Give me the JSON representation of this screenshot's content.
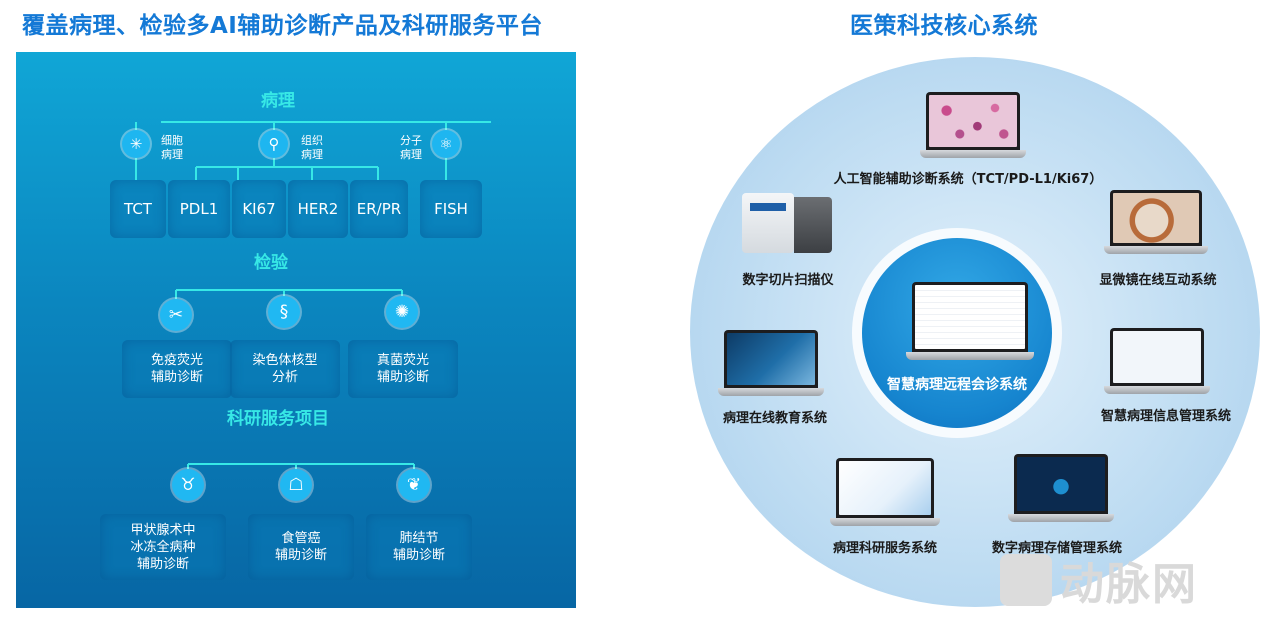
{
  "left": {
    "title": "覆盖病理、检验多AI辅助诊断产品及科研服务平台",
    "pathology": {
      "title": "病理",
      "categories": [
        {
          "label": "细胞\n病理",
          "icon": "cell-icon"
        },
        {
          "label": "组织\n病理",
          "icon": "tissue-icon"
        },
        {
          "label": "分子\n病理",
          "icon": "molecule-icon"
        }
      ],
      "products": [
        "TCT",
        "PDL1",
        "KI67",
        "HER2",
        "ER/PR",
        "FISH"
      ]
    },
    "lab": {
      "title": "检验",
      "items": [
        {
          "label": "免疫荧光\n辅助诊断",
          "icon": "antibody-icon"
        },
        {
          "label": "染色体核型\n分析",
          "icon": "dna-icon"
        },
        {
          "label": "真菌荧光\n辅助诊断",
          "icon": "fungus-icon"
        }
      ]
    },
    "research": {
      "title": "科研服务项目",
      "items": [
        {
          "label": "甲状腺术中\n冰冻全病种\n辅助诊断",
          "icon": "thyroid-icon"
        },
        {
          "label": "食管癌\n辅助诊断",
          "icon": "esophagus-icon"
        },
        {
          "label": "肺结节\n辅助诊断",
          "icon": "lungs-icon"
        }
      ]
    }
  },
  "right": {
    "title": "医策科技核心系统",
    "center": "智慧病理远程会诊系统",
    "systems": {
      "ai": "人工智能辅助诊断系统（TCT/PD-L1/Ki67）",
      "scanner": "数字切片扫描仪",
      "microscope": "显微镜在线互动系统",
      "education": "病理在线教育系统",
      "info": "智慧病理信息管理系统",
      "research": "病理科研服务系统",
      "storage": "数字病理存储管理系统"
    }
  },
  "watermark": "动脉网"
}
